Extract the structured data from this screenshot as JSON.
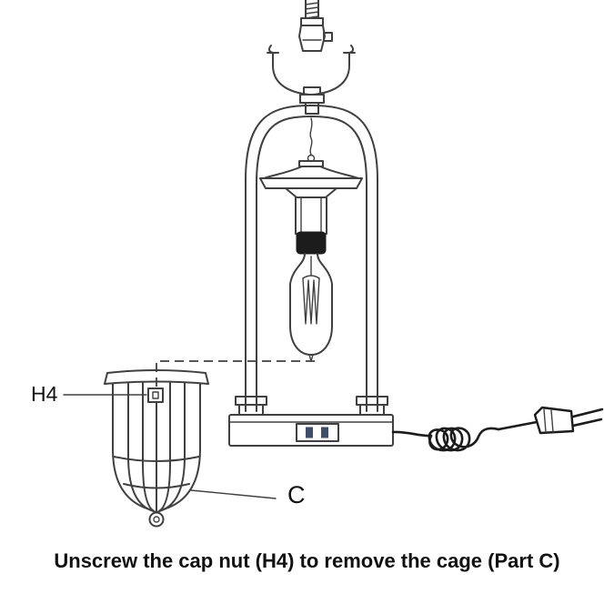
{
  "diagram": {
    "labels": {
      "cap_nut": "H4",
      "cage": "C"
    },
    "caption": "Unscrew the cap nut (H4) to remove the cage (Part C)",
    "colors": {
      "line": "#404040",
      "dark": "#1c1c1c",
      "outlet_slot": "#3e4e68",
      "background": "#ffffff",
      "text": "#111111"
    }
  }
}
